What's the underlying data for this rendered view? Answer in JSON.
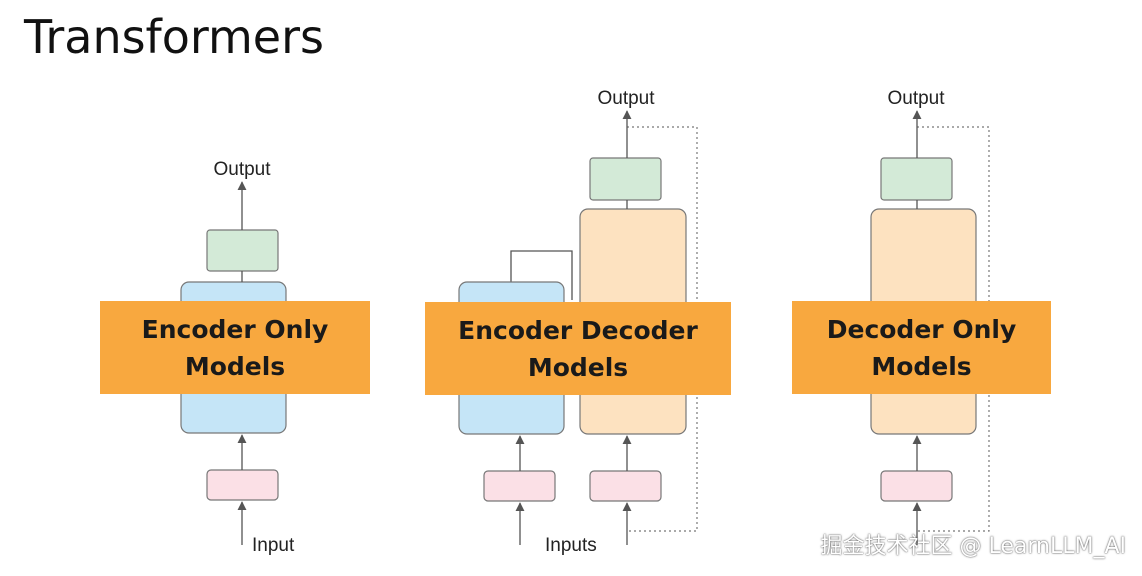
{
  "title": "Transformers",
  "colors": {
    "encoder": "#C5E5F7",
    "decoder": "#FDE2C0",
    "output_layer": "#D3EAD7",
    "embedding": "#FBE0E6",
    "banner": "#F8A83F"
  },
  "columns": [
    {
      "banner": {
        "line1": "Encoder Only",
        "line2": "Models"
      },
      "output_label": "Output",
      "input_label": "Input"
    },
    {
      "banner": {
        "line1": "Encoder Decoder",
        "line2": "Models"
      },
      "output_label": "Output",
      "input_label": "Inputs"
    },
    {
      "banner": {
        "line1": "Decoder Only",
        "line2": "Models"
      },
      "output_label": "Output"
    }
  ],
  "watermark": "掘金技术社区 @ LearnLLM_AI"
}
